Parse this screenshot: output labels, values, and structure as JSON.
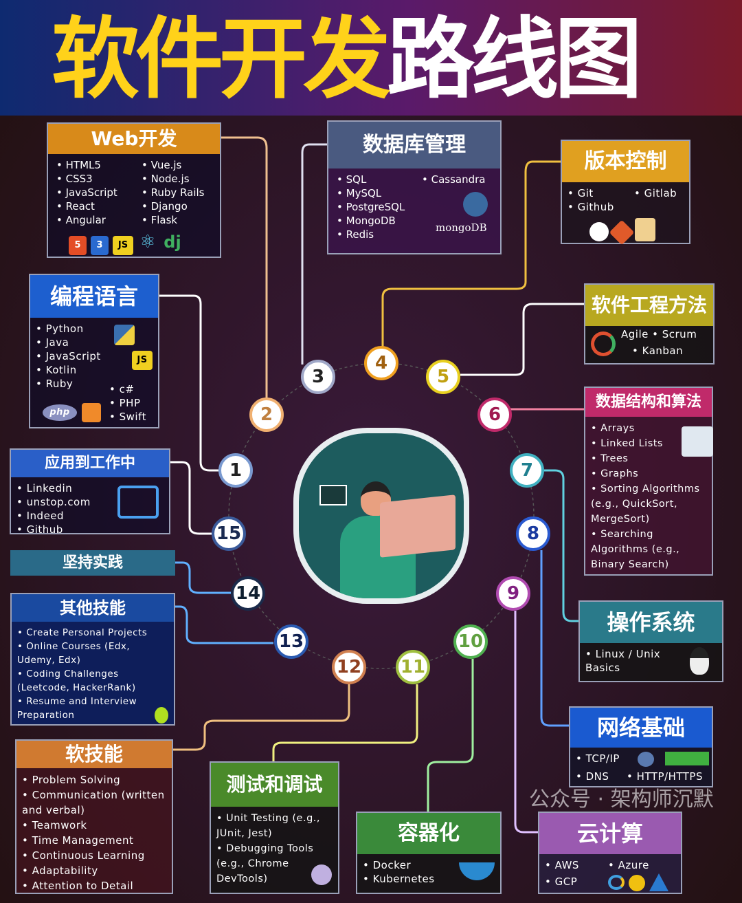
{
  "title": {
    "part1": "软件开发",
    "part2": "路线图"
  },
  "center": {
    "icon": "developer-at-laptop-illustration"
  },
  "nodes": [
    "1",
    "2",
    "3",
    "4",
    "5",
    "6",
    "7",
    "8",
    "9",
    "10",
    "11",
    "12",
    "13",
    "14",
    "15"
  ],
  "web": {
    "title": "Web开发",
    "col1": [
      "HTML5",
      "CSS3",
      "JavaScript",
      "React",
      "Angular"
    ],
    "col2": [
      "Vue.js",
      "Node.js",
      "Ruby Rails",
      "Django",
      "Flask"
    ],
    "icons": [
      "html5-icon",
      "css3-icon",
      "js-icon",
      "react-icon",
      "django-icon"
    ],
    "icon_labels": [
      "5",
      "3",
      "JS",
      "⚛",
      "dj"
    ]
  },
  "db": {
    "title": "数据库管理",
    "col1": [
      "SQL",
      "MySQL",
      "PostgreSQL",
      "MongoDB",
      "Redis"
    ],
    "col2": [
      "Cassandra"
    ],
    "logo": "mongoDB"
  },
  "vcs": {
    "title": "版本控制",
    "col1": [
      "Git",
      "Github"
    ],
    "col2": [
      "Gitlab"
    ]
  },
  "lang": {
    "title": "编程语言",
    "col1": [
      "Python",
      "Java",
      "JavaScript",
      "Kotlin",
      "Ruby"
    ],
    "col2": [
      "c#",
      "PHP",
      "Swift"
    ],
    "php": "php",
    "js": "JS"
  },
  "se": {
    "title": "软件工程方法",
    "items": [
      "Agile",
      "Scrum",
      "Kanban"
    ]
  },
  "dsa": {
    "title": "数据结构和算法",
    "items": [
      "Arrays",
      "Linked Lists",
      "Trees",
      "Graphs",
      "Sorting Algorithms (e.g., QuickSort, MergeSort)",
      "Searching Algorithms (e.g., Binary Search)"
    ]
  },
  "work": {
    "title": "应用到工作中",
    "items": [
      "Linkedin",
      "unstop.com",
      "Indeed",
      "Github"
    ]
  },
  "practice": {
    "title": "坚持实践"
  },
  "other": {
    "title": "其他技能",
    "items": [
      "Create Personal Projects",
      "Online Courses (Edx, Udemy, Edx)",
      "Coding Challenges (Leetcode, HackerRank)",
      "Resume and Interview Preparation"
    ]
  },
  "os": {
    "title": "操作系统",
    "items": [
      "Linux / Unix Basics"
    ]
  },
  "net": {
    "title": "网络基础",
    "items": [
      "TCP/IP",
      "DNS",
      "HTTP/HTTPS"
    ]
  },
  "soft": {
    "title": "软技能",
    "items": [
      "Problem Solving",
      "Communication (written and verbal)",
      "Teamwork",
      "Time Management",
      "Continuous Learning",
      "Adaptability",
      "Attention to Detail"
    ]
  },
  "test": {
    "title": "测试和调试",
    "items": [
      "Unit Testing (e.g., JUnit, Jest)",
      "Debugging Tools (e.g., Chrome DevTools)"
    ]
  },
  "container": {
    "title": "容器化",
    "items": [
      "Docker",
      "Kubernetes"
    ]
  },
  "cloud": {
    "title": "云计算",
    "col1": [
      "AWS",
      "GCP"
    ],
    "col2": [
      "Azure"
    ]
  },
  "watermark": "公众号 · 架构师沉默"
}
